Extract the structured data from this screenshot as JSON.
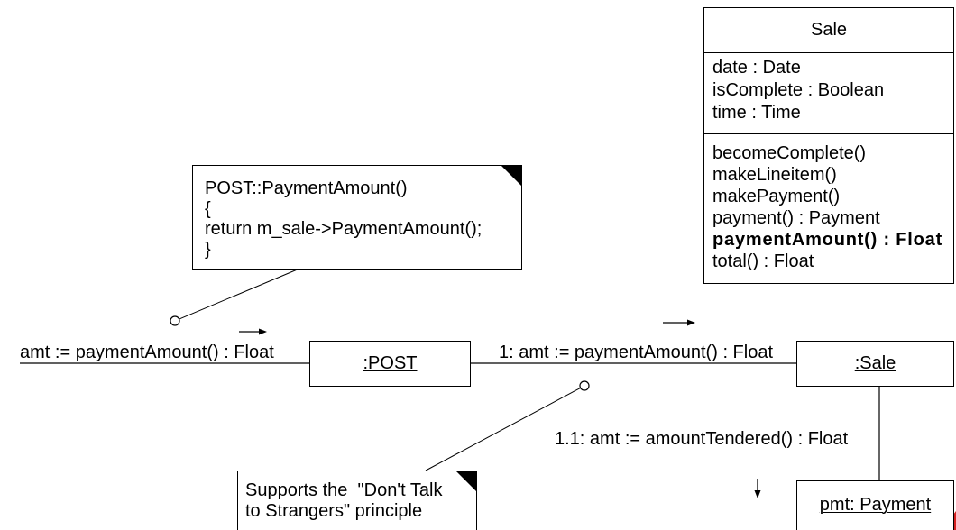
{
  "sale_class": {
    "name": "Sale",
    "attributes": [
      "date : Date",
      "isComplete : Boolean",
      "time : Time"
    ],
    "operations": [
      "becomeComplete()",
      "makeLineitem()",
      "makePayment()",
      "payment() : Payment",
      "paymentAmount() : Float",
      "total() : Float"
    ]
  },
  "objects": {
    "post": ":POST",
    "sale": ":Sale",
    "payment": "pmt: Payment"
  },
  "messages": {
    "incoming": "amt := paymentAmount() : Float",
    "post_to_sale": "1: amt := paymentAmount() : Float",
    "sale_to_payment": "1.1: amt := amountTendered() : Float"
  },
  "notes": {
    "code": [
      "POST::PaymentAmount()",
      "{",
      "return m_sale->PaymentAmount();",
      "}"
    ],
    "principle": [
      "Supports the  \"Don't Talk",
      "to Strangers\" principle"
    ]
  },
  "icons": {
    "incoming_message_direction": "arrow-right",
    "post_to_sale_message_direction": "arrow-right",
    "sale_to_payment_message_direction": "arrow-down",
    "note_corner": "folded-corner"
  },
  "colors": {
    "ink": "#000000",
    "paper": "#ffffff",
    "corner_mark": "#d42020"
  }
}
